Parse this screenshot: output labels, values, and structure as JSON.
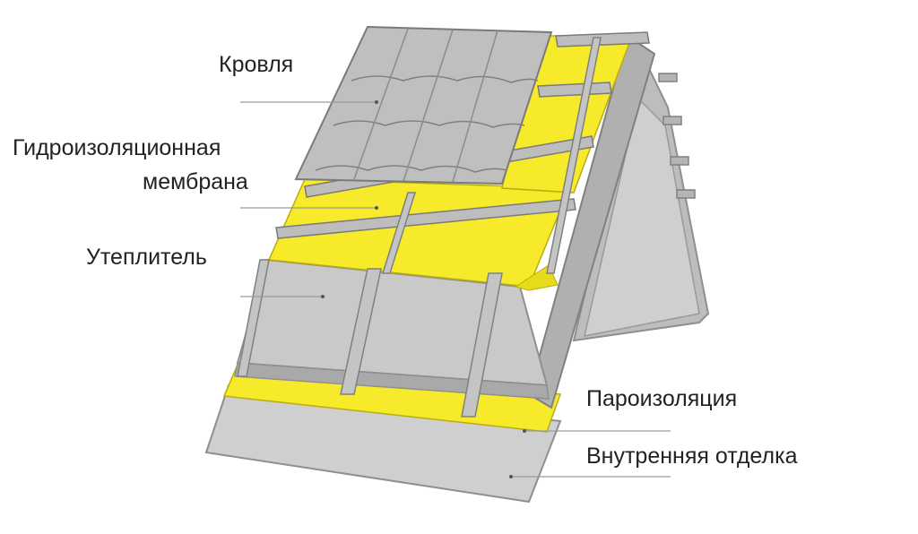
{
  "labels": {
    "roofing": "Кровля",
    "membrane_line1": "Гидроизоляционная",
    "membrane_line2": "мембрана",
    "insulation": "Утеплитель",
    "vapor_barrier": "Пароизоляция",
    "interior_finish": "Внутренняя отделка"
  },
  "colors": {
    "insulation_yellow": "#f6ea2a",
    "panel_gray": "#c9c9c9",
    "panel_dark": "#a9a9a9",
    "edge_gray": "#8f8f8f",
    "leader_line": "#9a9a9a"
  }
}
